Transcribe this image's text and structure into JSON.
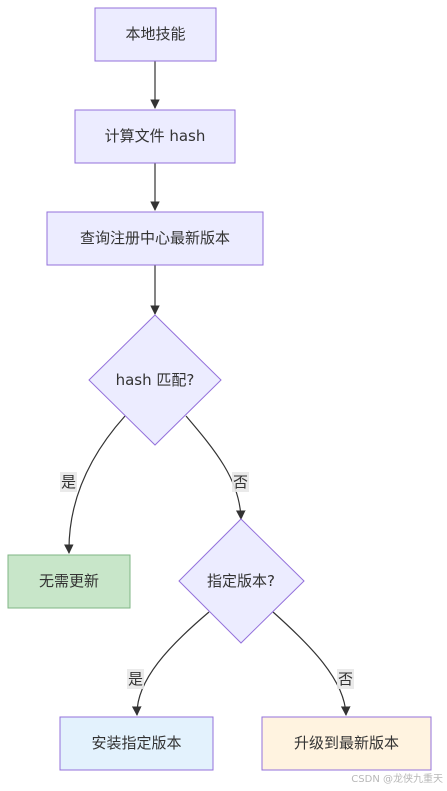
{
  "diagram": {
    "nodes": {
      "local_skill": {
        "label": "本地技能",
        "fill": "#ececff",
        "stroke": "#9370db"
      },
      "compute_hash": {
        "label": "计算文件 hash",
        "fill": "#ececff",
        "stroke": "#9370db"
      },
      "query_registry": {
        "label": "查询注册中心最新版本",
        "fill": "#ececff",
        "stroke": "#9370db"
      },
      "hash_match": {
        "label": "hash 匹配?",
        "fill": "#ececff",
        "stroke": "#9370db"
      },
      "no_update": {
        "label": "无需更新",
        "fill": "#c8e6c9",
        "stroke": "#7fb685"
      },
      "version_specified": {
        "label": "指定版本?",
        "fill": "#ececff",
        "stroke": "#9370db"
      },
      "install_specified": {
        "label": "安装指定版本",
        "fill": "#e3f2fd",
        "stroke": "#9370db"
      },
      "upgrade_latest": {
        "label": "升级到最新版本",
        "fill": "#fff3e0",
        "stroke": "#9370db"
      }
    },
    "edge_labels": {
      "match_yes": "是",
      "match_no": "否",
      "version_yes": "是",
      "version_no": "否"
    }
  },
  "watermark": "CSDN @龙侠九重天"
}
